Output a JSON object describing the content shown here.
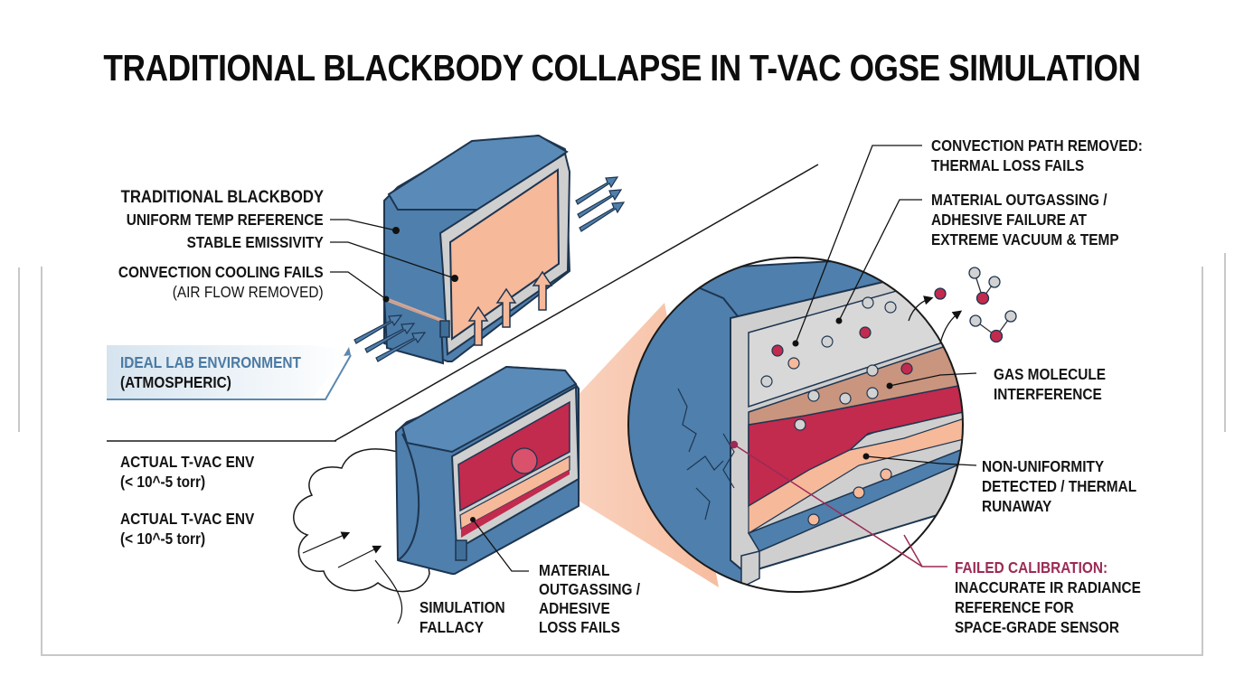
{
  "title": "TRADITIONAL BLACKBODY COLLAPSE IN T-VAC OGSE SIMULATION",
  "colors": {
    "housing_blue": "#4f7fac",
    "housing_outline": "#1d3550",
    "emitter_peach": "#f6b99a",
    "hot_crimson": "#c22a4e",
    "frame_gray": "#c9c9c9",
    "outgas_brown": "#c9957f",
    "callout_red": "#9b2b55",
    "banner_blue": "#4b7aa3"
  },
  "left_labels": {
    "traditional_blackbody": {
      "heading": "TRADITIONAL BLACKBODY",
      "uniform_temp": "UNIFORM TEMP REFERENCE",
      "stable_emissivity": "STABLE EMISSIVITY",
      "convection_cooling": "CONVECTION COOLING FAILS",
      "air_flow_removed": "(AIR FLOW REMOVED)"
    },
    "ideal_lab": {
      "line1": "IDEAL LAB ENVIRONMENT",
      "line2": "(ATMOSPHERIC)"
    },
    "tvac_env": [
      {
        "line1": "ACTUAL T-VAC ENV",
        "line2": "(< 10^-5 torr)"
      },
      {
        "line1": "ACTUAL T-VAC ENV",
        "line2": "(< 10^-5 torr)"
      }
    ]
  },
  "bottom_labels": {
    "simulation_fallacy": [
      "SIMULATION",
      "FALLACY"
    ],
    "material_outgassing": [
      "MATERIAL",
      "OUTGASSING /",
      "ADHESIVE",
      "LOSS FAILS"
    ]
  },
  "right_labels": {
    "convection_path": [
      "CONVECTION PATH REMOVED:",
      "THERMAL LOSS FAILS"
    ],
    "material_outgassing": [
      "MATERIAL OUTGASSING /",
      "ADHESIVE FAILURE AT",
      "EXTREME VACUUM & TEMP"
    ],
    "gas_molecule": [
      "GAS MOLECULE",
      "INTERFERENCE"
    ],
    "non_uniformity": [
      "NON-UNIFORMITY",
      "DETECTED / THERMAL",
      "RUNAWAY"
    ],
    "failed_calibration": {
      "heading": "FAILED CALIBRATION:",
      "lines": [
        "INACCURATE IR RADIANCE",
        "REFERENCE FOR",
        "SPACE-GRADE SENSOR"
      ]
    }
  }
}
